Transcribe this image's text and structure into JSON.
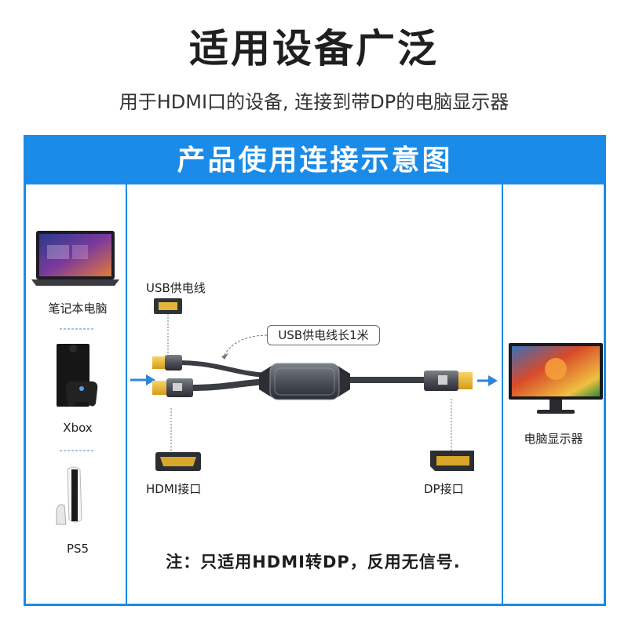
{
  "header": {
    "title": "适用设备广泛",
    "subtitle": "用于HDMI口的设备, 连接到带DP的电脑显示器"
  },
  "banner": {
    "title": "产品使用连接示意图"
  },
  "devices": {
    "laptop": "笔记本电脑",
    "xbox": "Xbox",
    "ps5": "PS5"
  },
  "cable": {
    "usb_power_label": "USB供电线",
    "usb_length_callout": "USB供电线长1米",
    "hdmi_port_label": "HDMI接口",
    "dp_port_label": "DP接口"
  },
  "monitor": {
    "label": "电脑显示器"
  },
  "footer_note": "注：只适用HDMI转DP，反用无信号.",
  "colors": {
    "accent": "#1a8be8",
    "arrow": "#2f86d6",
    "gold": "#e8b22a",
    "cable": "#3a3d42"
  }
}
